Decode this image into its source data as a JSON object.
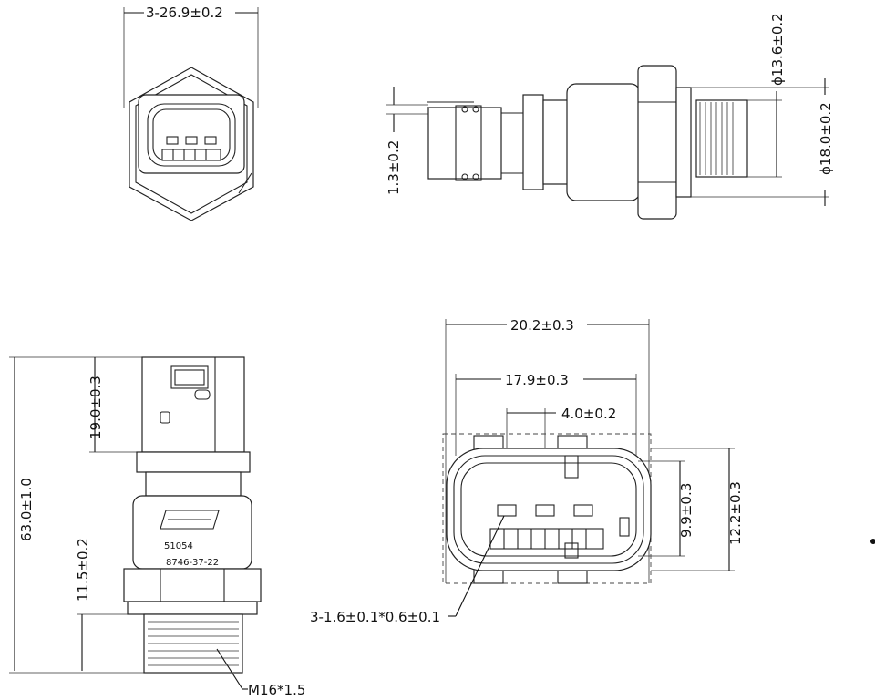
{
  "dimensions": {
    "top_hex_width": "3-26.9±0.2",
    "thread_small_dia": "ϕ13.6±0.2",
    "thread_large_dia": "ϕ18.0±0.2",
    "pin_offset": "1.3±0.2",
    "connector_width": "20.2±0.3",
    "connector_inner_width": "17.9±0.3",
    "pin_pitch": "4.0±0.2",
    "pin_spec": "3-1.6±0.1*0.6±0.1",
    "inner_height": "9.9±0.3",
    "outer_height": "12.2±0.3",
    "total_length": "63.0±1.0",
    "connector_length": "19.0±0.3",
    "thread_length": "11.5±0.2",
    "thread_spec": "M16*1.5"
  },
  "marking": {
    "part_number": "51054",
    "serial": "8746-37-22"
  }
}
